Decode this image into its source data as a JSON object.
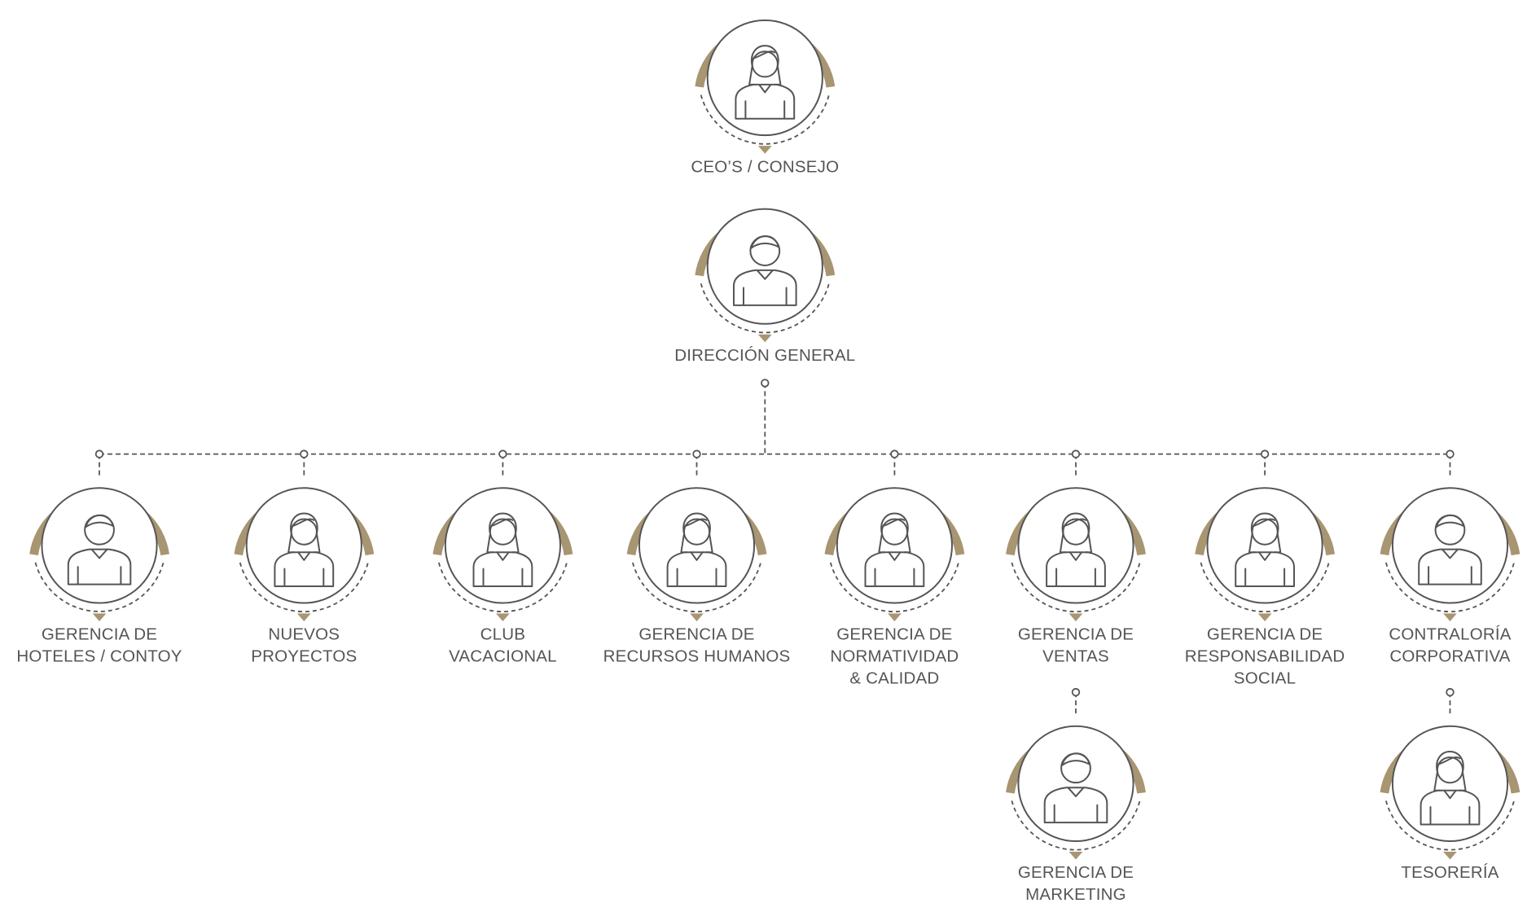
{
  "colors": {
    "accent": "#a89571",
    "line": "#555555",
    "label": "#555555",
    "background": "#ffffff"
  },
  "nodes": [
    {
      "id": "ceo",
      "lines": [
        "CEO’S / CONSEJO"
      ],
      "icon": "female-person-icon"
    },
    {
      "id": "direccion",
      "lines": [
        "DIRECCIÓN GENERAL"
      ],
      "icon": "male-person-icon"
    },
    {
      "id": "hoteles",
      "lines": [
        "GERENCIA DE",
        "HOTELES / CONTOY"
      ],
      "icon": "male-person-icon"
    },
    {
      "id": "nuevos",
      "lines": [
        "NUEVOS",
        "PROYECTOS"
      ],
      "icon": "female-person-icon"
    },
    {
      "id": "club",
      "lines": [
        "CLUB",
        "VACACIONAL"
      ],
      "icon": "female-person-icon"
    },
    {
      "id": "rrhh",
      "lines": [
        "GERENCIA DE",
        "RECURSOS HUMANOS"
      ],
      "icon": "female-person-icon"
    },
    {
      "id": "normatividad",
      "lines": [
        "GERENCIA DE",
        "NORMATIVIDAD",
        "& CALIDAD"
      ],
      "icon": "female-person-icon"
    },
    {
      "id": "ventas",
      "lines": [
        "GERENCIA DE",
        "VENTAS"
      ],
      "icon": "female-person-icon"
    },
    {
      "id": "responsabilidad",
      "lines": [
        "GERENCIA DE",
        "RESPONSABILIDAD",
        "SOCIAL"
      ],
      "icon": "female-person-icon"
    },
    {
      "id": "contraloria",
      "lines": [
        "CONTRALORÍA",
        "CORPORATIVA"
      ],
      "icon": "male-person-icon"
    },
    {
      "id": "marketing",
      "lines": [
        "GERENCIA DE",
        "MARKETING"
      ],
      "icon": "male-person-icon"
    },
    {
      "id": "tesoreria",
      "lines": [
        "TESORERÍA"
      ],
      "icon": "female-person-icon"
    }
  ],
  "edges": [
    {
      "from": "ceo",
      "to": "direccion",
      "style": "arrow"
    },
    {
      "from": "direccion",
      "to": "hoteles",
      "style": "dashed"
    },
    {
      "from": "direccion",
      "to": "nuevos",
      "style": "dashed"
    },
    {
      "from": "direccion",
      "to": "club",
      "style": "dashed"
    },
    {
      "from": "direccion",
      "to": "rrhh",
      "style": "dashed"
    },
    {
      "from": "direccion",
      "to": "normatividad",
      "style": "dashed"
    },
    {
      "from": "direccion",
      "to": "ventas",
      "style": "dashed"
    },
    {
      "from": "direccion",
      "to": "responsabilidad",
      "style": "dashed"
    },
    {
      "from": "direccion",
      "to": "contraloria",
      "style": "dashed"
    },
    {
      "from": "ventas",
      "to": "marketing",
      "style": "dashed"
    },
    {
      "from": "contraloria",
      "to": "tesoreria",
      "style": "dashed"
    }
  ]
}
